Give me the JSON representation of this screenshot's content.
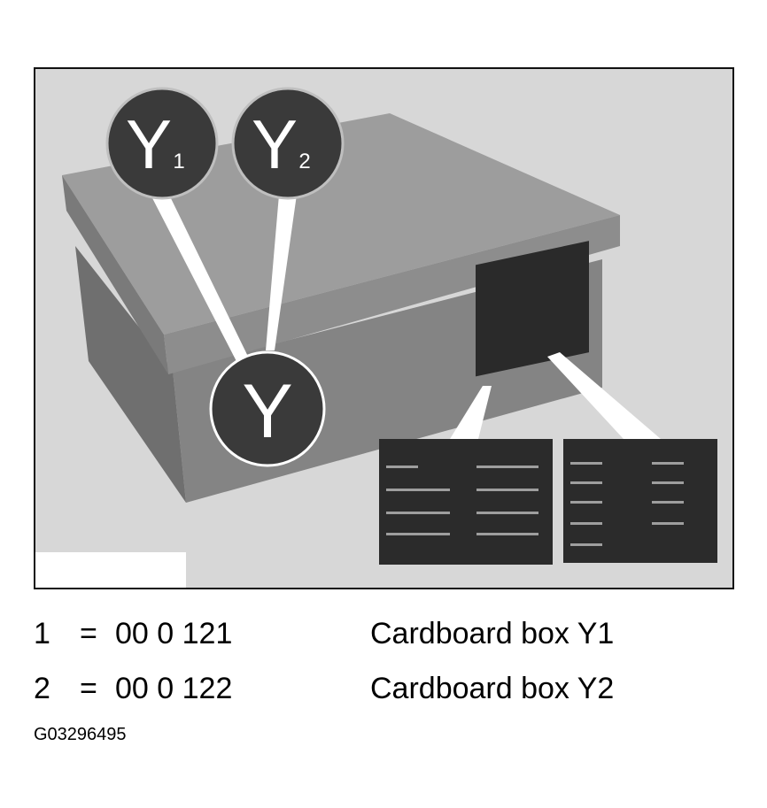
{
  "figure": {
    "badges": [
      {
        "letter": "Y",
        "subscript": "1"
      },
      {
        "letter": "Y",
        "subscript": "2"
      }
    ],
    "box_badge_letter": "Y"
  },
  "legend": [
    {
      "number": "1",
      "equals": "=",
      "part_no": "00 0 121",
      "description": "Cardboard box Y1"
    },
    {
      "number": "2",
      "equals": "=",
      "part_no": "00 0 122",
      "description": "Cardboard box Y2"
    }
  ],
  "figure_code": "G03296495",
  "colors": {
    "background": "#d7d7d7",
    "box_side": "#8a8a8a",
    "box_lid": "#9b9b9b",
    "badge": "#3a3a3a",
    "label": "#2a2a2a"
  }
}
